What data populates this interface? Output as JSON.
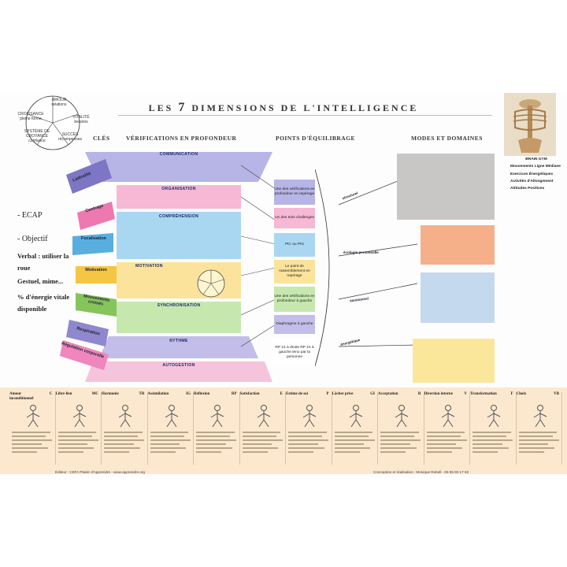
{
  "title": {
    "pre": "LES ",
    "num": "7",
    "post": " DIMENSIONS DE L'INTELLIGENCE"
  },
  "wheel": {
    "segments": [
      "AMOUR",
      "VITALITÉ",
      "SUCCÈS",
      "SYSTÈME DE CROYANCE",
      "CROISSANCE"
    ],
    "subs": [
      "relations",
      "besoins",
      "récompenses",
      "confiance",
      "pleine forme"
    ]
  },
  "headers": {
    "keys": "CLÉS",
    "checks": "VÉRIFICATIONS EN PROFONDEUR",
    "balance": "POINTS D'ÉQUILIBRAGE",
    "modes": "MODES ET DOMAINES"
  },
  "funnel": [
    {
      "title": "COMMUNICATION",
      "color": "#b7b4e6",
      "lines": [
        "",
        "",
        "",
        ""
      ]
    },
    {
      "title": "ORGANISATION",
      "color": "#f6b8d4",
      "lines": [
        "",
        "",
        ""
      ]
    },
    {
      "title": "COMPRÉHENSION",
      "color": "#a9d7f2",
      "lines": [
        "",
        "",
        "",
        "",
        ""
      ]
    },
    {
      "title": "MOTIVATION",
      "color": "#fbe39b",
      "lines": [
        "",
        "",
        "",
        "",
        ""
      ]
    },
    {
      "title": "SYNCHRONISATION",
      "color": "#c6e8ae",
      "lines": [
        "",
        "",
        "",
        ""
      ]
    },
    {
      "title": "RYTHME",
      "color": "#c2bde9",
      "lines": [
        "",
        ""
      ]
    },
    {
      "title": "AUTOGESTION",
      "color": "#f6c3dd",
      "lines": [
        "",
        ""
      ]
    }
  ],
  "keys_side": [
    {
      "title": "Latéralité",
      "color": "#7c76c4"
    },
    {
      "title": "Centrage",
      "color": "#ee78b0"
    },
    {
      "title": "Focalisation",
      "color": "#59aee0"
    },
    {
      "title": "Motivation",
      "color": "#f5c544"
    },
    {
      "title": "Mouvements croisés",
      "color": "#86c45c"
    },
    {
      "title": "Respiration",
      "color": "#8f88cf"
    },
    {
      "title": "Régulation corporelle",
      "color": "#ef86bd"
    }
  ],
  "left_text": {
    "ecap": "- ECAP",
    "objectif": "- Objectif",
    "verbal": "Verbal : utiliser la roue",
    "gestuel": "Gestuel, mime...",
    "energie": "% d'énergie vitale disponible"
  },
  "balance_points": [
    {
      "text": "Une des vérifications en profondeur en repérage",
      "color": "#b7b4e6"
    },
    {
      "text": "Un des trois challenges",
      "color": "#f6b8d4"
    },
    {
      "text": "PIC ou PIG",
      "color": "#a9d7f2"
    },
    {
      "text": "Le point de rassemblement en repérage",
      "color": "#fbe39b"
    },
    {
      "text": "Une des vérifications en profondeur à gauche",
      "color": "#c6e8ae"
    },
    {
      "text": "Diaphragme à gauche",
      "color": "#c2bde9"
    },
    {
      "text": "RP 21 à droite RP 21 à gauche tenu par la personne",
      "color": "#ffffff"
    }
  ],
  "modes": [
    {
      "tag": "structurel",
      "color": "#c9c6c6"
    },
    {
      "tag": "écologie personnelle",
      "color": "#f5b08a"
    },
    {
      "tag": "émotionnel",
      "color": "#c5d9ee"
    },
    {
      "tag": "énergétique",
      "color": "#fbe79a"
    }
  ],
  "right_lists": {
    "brain_gym": "BRAIN GYM",
    "groups": [
      {
        "title": "Mouvements Ligne Médiane",
        "items": [
          "",
          "",
          "",
          "",
          "",
          "",
          "",
          "",
          "",
          "",
          "",
          ""
        ]
      },
      {
        "title": "Exercices Énergétiques",
        "items": [
          "",
          "",
          "",
          "",
          "",
          "",
          "",
          ""
        ]
      },
      {
        "title": "Activités d'Allongement",
        "items": [
          "",
          "",
          "",
          "",
          "",
          "",
          ""
        ]
      },
      {
        "title": "Attitudes Positives",
        "items": [
          "",
          ""
        ]
      }
    ]
  },
  "cards": [
    {
      "title": "Amour inconditionnel",
      "code": "C"
    },
    {
      "title": "Libre lien",
      "code": "MC"
    },
    {
      "title": "Harmonie",
      "code": "TR"
    },
    {
      "title": "Assimilation",
      "code": "IG"
    },
    {
      "title": "Réflexion",
      "code": "RP"
    },
    {
      "title": "Satisfaction",
      "code": "E"
    },
    {
      "title": "Estime de soi",
      "code": "P"
    },
    {
      "title": "Lâcher prise",
      "code": "GI"
    },
    {
      "title": "Acceptation",
      "code": "R"
    },
    {
      "title": "Direction interne",
      "code": "V"
    },
    {
      "title": "Transformation",
      "code": "F"
    },
    {
      "title": "Choix",
      "code": "VB"
    }
  ],
  "footer": {
    "left": "Éditeur : CEFA Plaisir d'Apprendre - www.apprendre.org",
    "right": "Conception et réalisation : Monique Rebell - 06 95 90 17 63"
  }
}
